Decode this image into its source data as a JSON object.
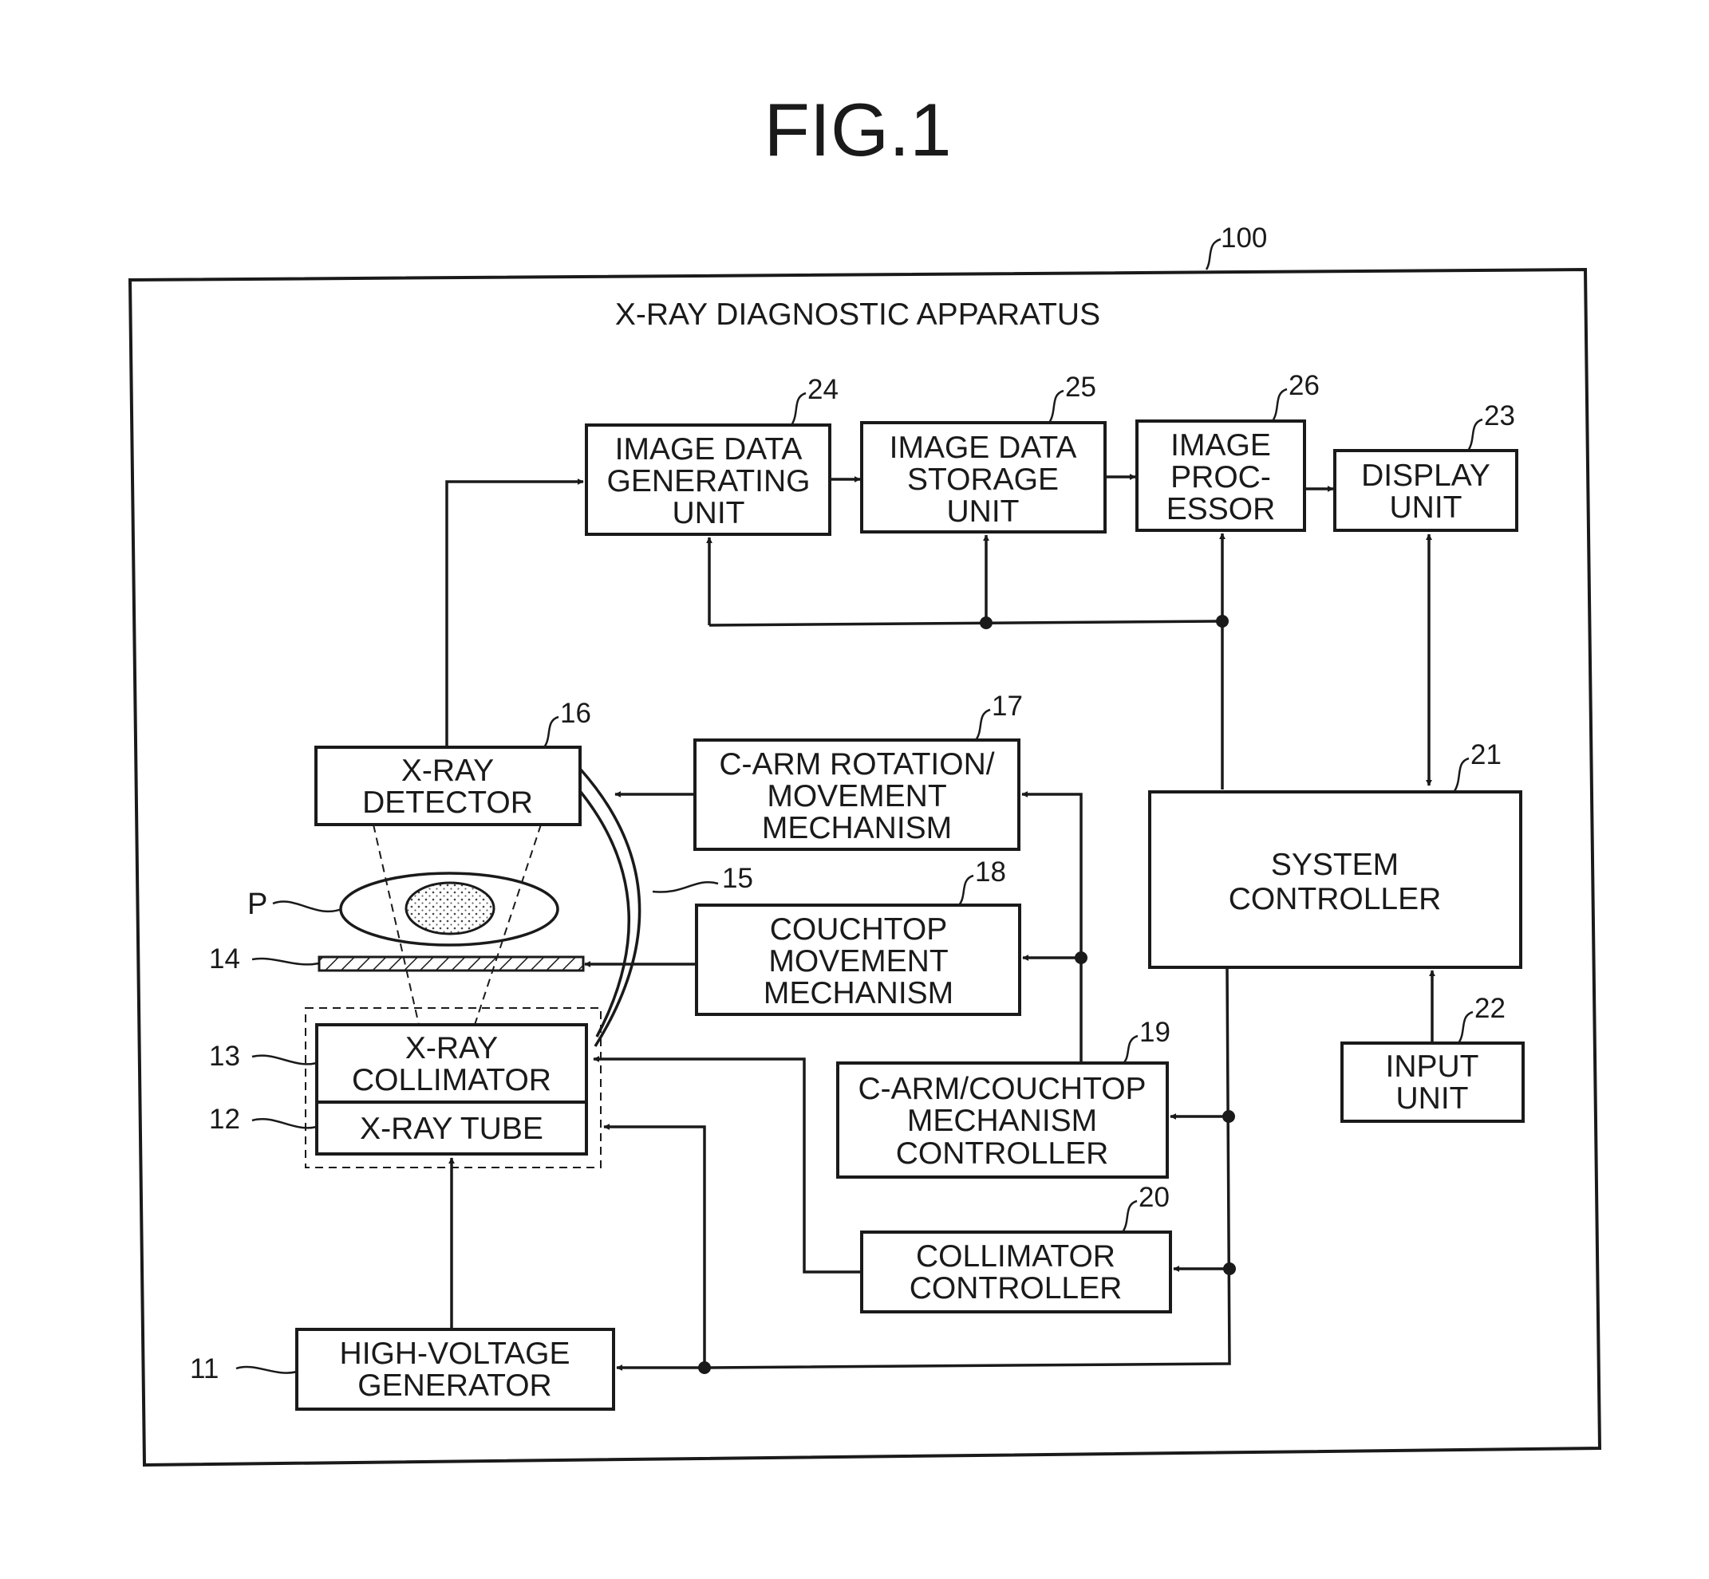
{
  "figure_title": "FIG.1",
  "apparatus": {
    "ref": "100",
    "title": "X-RAY DIAGNOSTIC APPARATUS"
  },
  "blocks": {
    "high_voltage_generator": {
      "ref": "11",
      "lines": [
        "HIGH-VOLTAGE",
        "GENERATOR"
      ]
    },
    "xray_tube": {
      "ref": "12",
      "lines": [
        "X-RAY TUBE"
      ]
    },
    "xray_collimator": {
      "ref": "13",
      "lines": [
        "X-RAY",
        "COLLIMATOR"
      ]
    },
    "couchtop": {
      "ref": "14"
    },
    "c_arm": {
      "ref": "15"
    },
    "xray_detector": {
      "ref": "16",
      "lines": [
        "X-RAY",
        "DETECTOR"
      ]
    },
    "c_arm_rotation": {
      "ref": "17",
      "lines": [
        "C-ARM ROTATION/",
        "MOVEMENT",
        "MECHANISM"
      ]
    },
    "couchtop_movement": {
      "ref": "18",
      "lines": [
        "COUCHTOP",
        "MOVEMENT",
        "MECHANISM"
      ]
    },
    "c_arm_couchtop_controller": {
      "ref": "19",
      "lines": [
        "C-ARM/COUCHTOP",
        "MECHANISM",
        "CONTROLLER"
      ]
    },
    "collimator_controller": {
      "ref": "20",
      "lines": [
        "COLLIMATOR",
        "CONTROLLER"
      ]
    },
    "system_controller": {
      "ref": "21",
      "lines": [
        "SYSTEM",
        "CONTROLLER"
      ]
    },
    "input_unit": {
      "ref": "22",
      "lines": [
        "INPUT",
        "UNIT"
      ]
    },
    "display_unit": {
      "ref": "23",
      "lines": [
        "DISPLAY",
        "UNIT"
      ]
    },
    "image_data_generating_unit": {
      "ref": "24",
      "lines": [
        "IMAGE DATA",
        "GENERATING",
        "UNIT"
      ]
    },
    "image_data_storage_unit": {
      "ref": "25",
      "lines": [
        "IMAGE DATA",
        "STORAGE",
        "UNIT"
      ]
    },
    "image_processor": {
      "ref": "26",
      "lines": [
        "IMAGE",
        "PROC-",
        "ESSOR"
      ]
    }
  },
  "patient": {
    "ref": "P"
  }
}
